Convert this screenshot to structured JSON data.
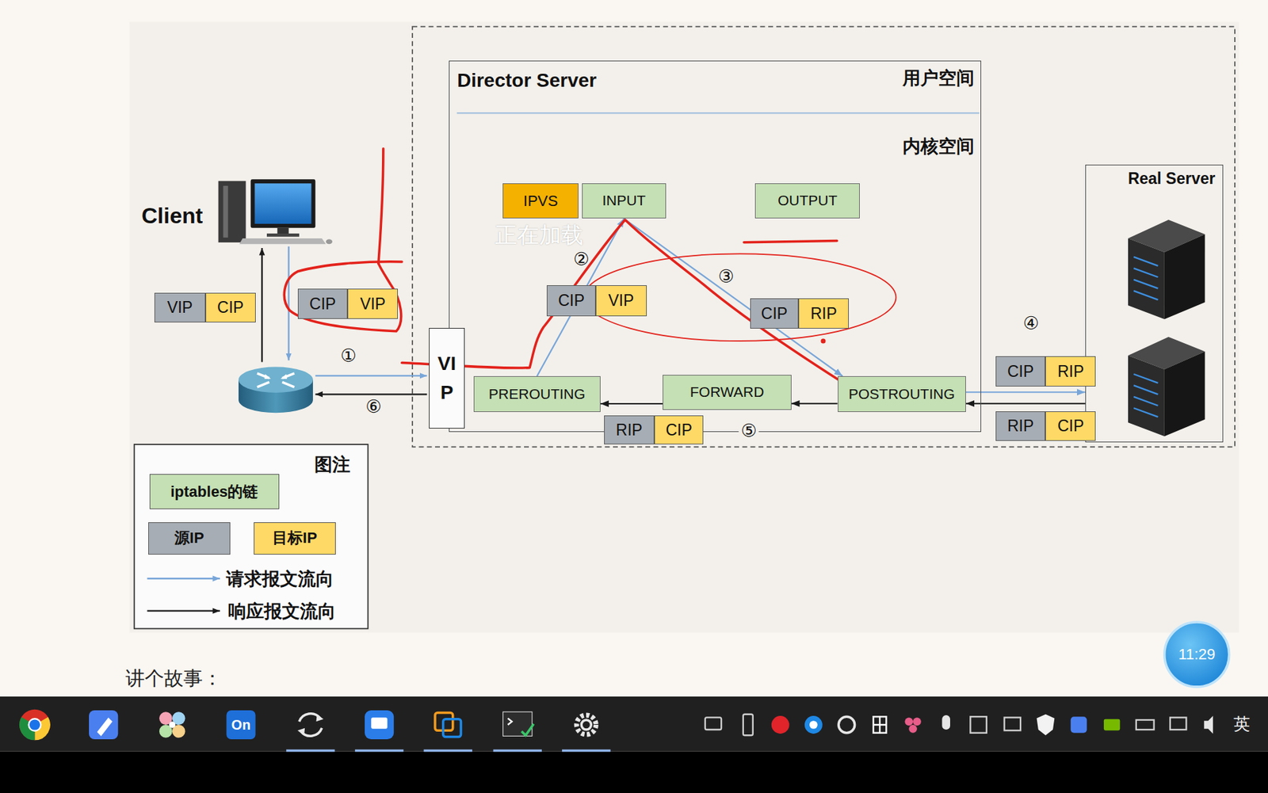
{
  "diagram": {
    "nodes": [
      {
        "text": [
          "Director Server",
          "用户空间",
          "内核空间"
        ]
      },
      {
        "text": [
          "IPVS"
        ],
        "in": 0
      },
      {
        "text": [
          "INPUT"
        ],
        "in": 0
      },
      {
        "text": [
          "OUTPUT"
        ],
        "in": 0
      },
      {
        "text": [
          "CIP"
        ],
        "in": 0
      },
      {
        "text": [
          "VIP"
        ],
        "in": 0
      },
      {
        "text": [
          "CIP"
        ],
        "in": 0
      },
      {
        "text": [
          "RIP"
        ],
        "in": 0
      },
      {
        "text": [
          "PREROUTING"
        ],
        "in": 0
      },
      {
        "text": [
          "FORWARD"
        ],
        "in": 0
      },
      {
        "text": [
          "POSTROUTING"
        ],
        "in": 0
      },
      {
        "text": [
          "Real Server"
        ]
      },
      {
        "text": [
          "VIP"
        ]
      },
      {
        "text": [
          "VIP"
        ]
      },
      {
        "text": [
          "CIP"
        ]
      },
      {
        "text": [
          "CIP"
        ]
      },
      {
        "text": [
          "VIP"
        ]
      },
      {
        "text": [
          "CIP"
        ]
      },
      {
        "text": [
          "RIP"
        ]
      },
      {
        "text": [
          "RIP"
        ]
      },
      {
        "text": [
          "CIP"
        ]
      },
      {
        "text": [
          "RIP"
        ]
      },
      {
        "text": [
          "CIP"
        ]
      }
    ],
    "edges": [
      {
        "from": 8,
        "to": 2,
        "arrow": "to"
      },
      {
        "from": 2,
        "to": 10,
        "arrow": "to"
      },
      {
        "from": 10,
        "to": 11,
        "arrow": "to"
      },
      {
        "from": 11,
        "to": 10,
        "arrow": "to"
      },
      {
        "from": 10,
        "to": 9,
        "arrow": "to"
      },
      {
        "from": 9,
        "to": 8,
        "arrow": "to"
      }
    ],
    "labels": [
      "Client",
      "①",
      "②",
      "③",
      "④",
      "⑤",
      "⑥",
      "图注",
      "正在加载",
      "讲个故事：",
      "11:29",
      "On",
      "英"
    ],
    "legend": [
      {
        "text": "iptables的链",
        "color": "#c5e0b4"
      },
      {
        "text": "源IP",
        "color": "#a7adb4"
      },
      {
        "text": "目标IP",
        "color": "#ffd966"
      },
      {
        "text": "请求报文流向"
      },
      {
        "text": "响应报文流向"
      }
    ]
  }
}
